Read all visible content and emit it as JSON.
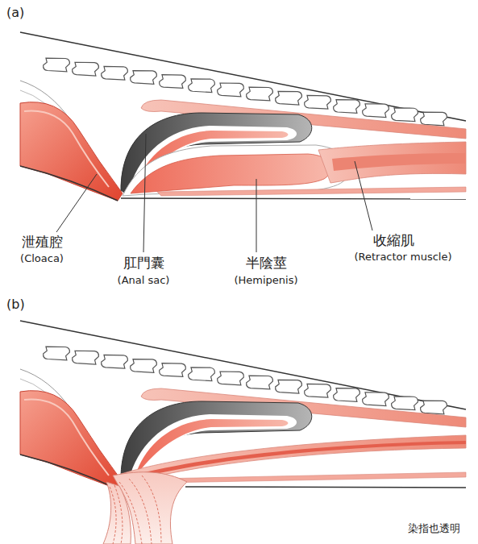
{
  "diagram": {
    "labels": [
      "(a)",
      "泄殖腔",
      "(Cloaca)",
      "肛門囊",
      "(Anal sac)",
      "半陰莖",
      "(Hemipenis)",
      "收縮肌",
      "(Retractor muscle)",
      "(b)",
      "染指也透明"
    ]
  }
}
